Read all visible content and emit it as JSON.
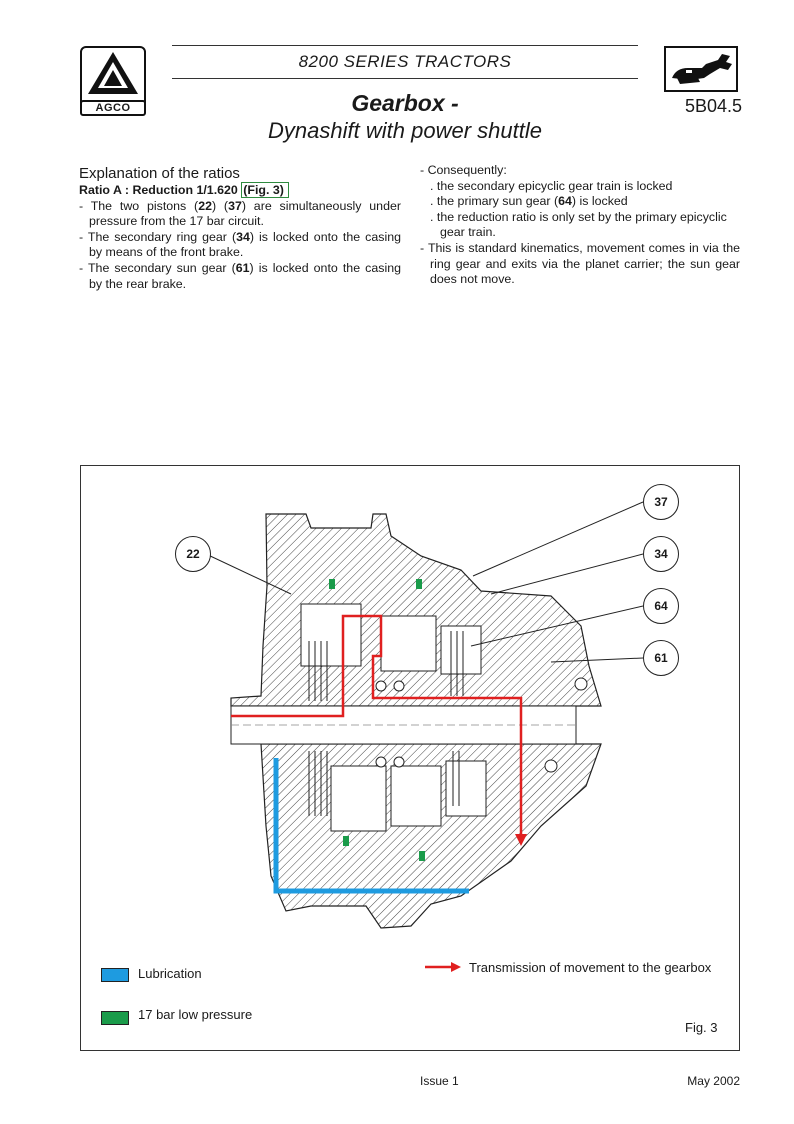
{
  "header": {
    "logo_text": "AGCO",
    "series": "8200  SERIES TRACTORS",
    "title": "Gearbox -",
    "subtitle": "Dynashift with power shuttle",
    "page_code": "5B04.5"
  },
  "left_column": {
    "heading": "Explanation of the ratios",
    "ratio_label": "Ratio A : Reduction 1/1.620",
    "fig_ref": "(Fig. 3)",
    "items": [
      {
        "pre": "- The two pistons (",
        "b1": "22",
        "mid": ") (",
        "b2": "37",
        "post": ") are simultaneously under pressure from the 17 bar circuit."
      },
      {
        "pre": "- The secondary ring gear (",
        "b1": "34",
        "post": ") is locked onto the casing by means of the front brake."
      },
      {
        "pre": "- The secondary sun gear (",
        "b1": "61",
        "post": ") is locked onto the casing by the rear brake."
      }
    ]
  },
  "right_column": {
    "intro": "- Consequently:",
    "sub_items": [
      {
        "pre": ". the secondary epicyclic gear train is locked"
      },
      {
        "pre": ". the primary sun gear (",
        "b1": "64",
        "post": ") is locked"
      },
      {
        "pre": ". the reduction ratio is only set by the primary epicyclic gear train."
      }
    ],
    "conclusion": "- This is standard kinematics, movement comes in via the ring gear and exits via the planet carrier; the sun gear does not move."
  },
  "figure": {
    "callouts": [
      "22",
      "37",
      "34",
      "64",
      "61"
    ],
    "legend": {
      "lubrication": "Lubrication",
      "low_pressure": "17 bar low pressure",
      "transmission": "Transmission of movement to the gearbox"
    },
    "label": "Fig. 3",
    "colors": {
      "lubrication": "#1e9be0",
      "low_pressure": "#1a9b4a",
      "transmission": "#e02020"
    }
  },
  "footer": {
    "issue": "Issue 1",
    "date": "May 2002"
  }
}
